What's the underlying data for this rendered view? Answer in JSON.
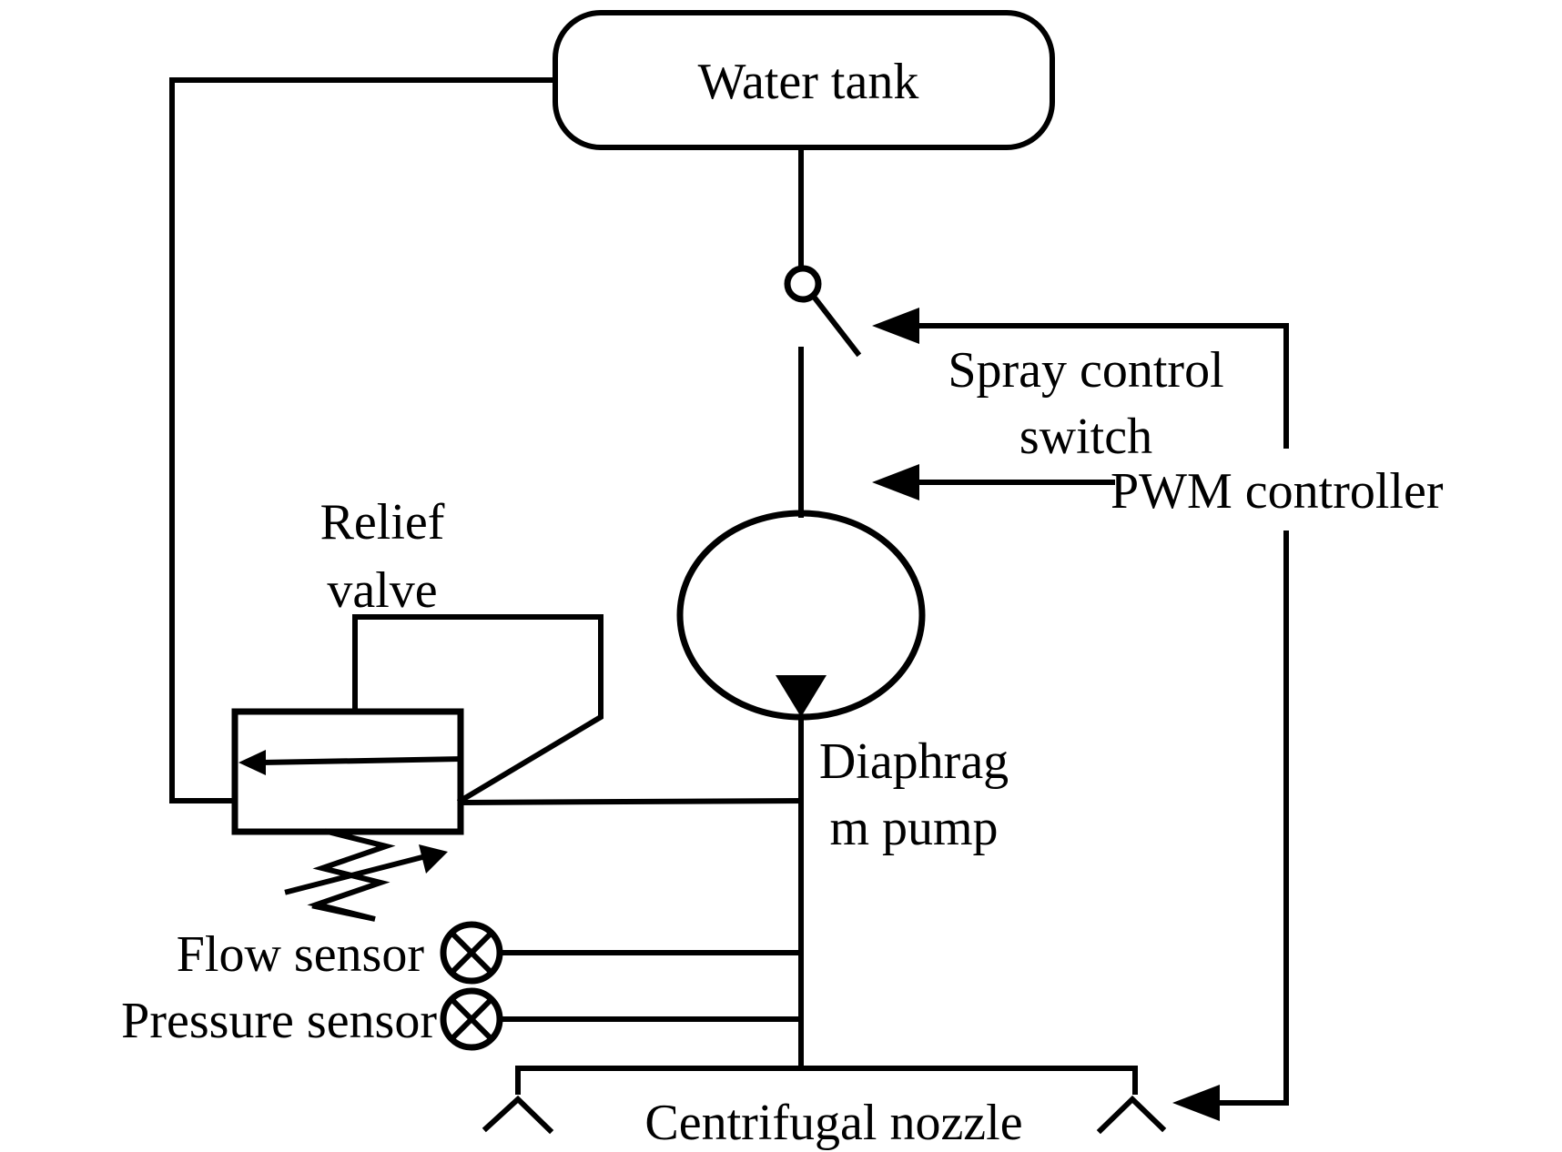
{
  "labels": {
    "water_tank": "Water tank",
    "spray_switch_line1": "Spray control",
    "spray_switch_line2": "switch",
    "pwm_controller": "PWM controller",
    "relief_valve_line1": "Relief",
    "relief_valve_line2": "valve",
    "pump_line1": "Diaphrag",
    "pump_line2": "m pump",
    "flow_sensor": "Flow sensor",
    "pressure_sensor": "Pressure sensor",
    "nozzle": "Centrifugal nozzle"
  },
  "colors": {
    "stroke": "#000000",
    "background": "#ffffff"
  }
}
